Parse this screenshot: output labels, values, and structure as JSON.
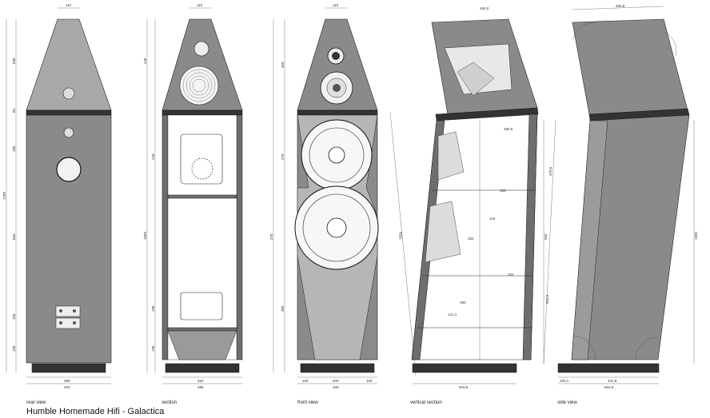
{
  "title": "Humble Homemade Hifi - Galactica",
  "views": [
    {
      "label": "rear view"
    },
    {
      "label": "section"
    },
    {
      "label": "front view"
    },
    {
      "label": "vertical section"
    },
    {
      "label": "side view"
    }
  ],
  "dimensions": {
    "top_width": "110",
    "bottom_width": "400",
    "base_width": "388",
    "base_inner": "320",
    "front_parts": [
      "100",
      "200",
      "100"
    ],
    "base_depth": "503,8",
    "side_base_a": "100,1",
    "side_base_b": "341,8",
    "side_top": "484,8",
    "heights_rear": [
      "590",
      "60",
      "180",
      "650",
      "150",
      "190"
    ],
    "heights_section": [
      "440",
      "240",
      "1000",
      "180",
      "190"
    ],
    "heights_front": [
      "400",
      "270",
      "370",
      "300"
    ],
    "overall_height": "1780",
    "vs_labels": [
      "280,8",
      "158",
      "118",
      "182",
      "102",
      "121,1",
      "180",
      "1050",
      "950"
    ],
    "vs_top": "484,8",
    "side_overall": "1850",
    "side_sub": [
      "370,5",
      "904,5"
    ]
  }
}
